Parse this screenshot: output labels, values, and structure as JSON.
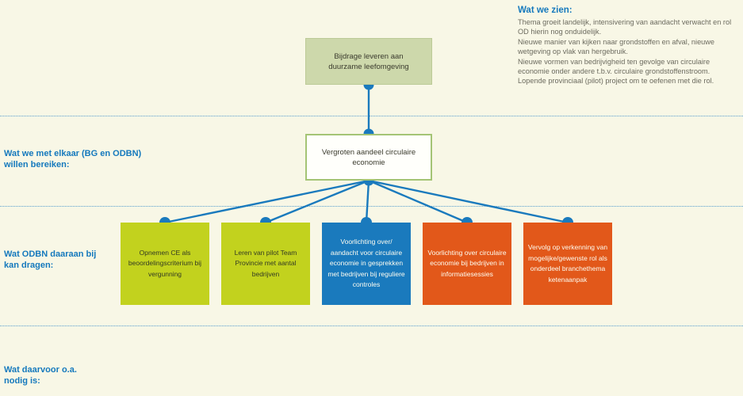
{
  "observations": {
    "title": "Wat we zien:",
    "items": [
      "Thema groeit landelijk, intensivering van aandacht verwacht en rol OD hierin nog onduidelijk.",
      "Nieuwe manier van kijken naar grondstoffen en afval, nieuwe wetgeving op vlak van hergebruik.",
      "Nieuwe vormen van bedrijvigheid ten gevolge van circulaire economie onder andere t.b.v. circulaire grondstoffenstroom.",
      "Lopende provinciaal (pilot) project om te oefenen met die rol."
    ]
  },
  "mission_box": {
    "label": "Bijdrage leveren aan duurzame leefomgeving"
  },
  "goal_box": {
    "label": "Vergroten aandeel circulaire economie"
  },
  "row_labels": {
    "goal": {
      "line1": "Wat we met elkaar (BG en ODBN)",
      "line2": "willen bereiken:"
    },
    "contributions": {
      "line1": "Wat ODBN daaraan bij",
      "line2": "kan dragen:"
    },
    "needs": {
      "line1": "Wat daarvoor o.a.",
      "line2": "nodig is:"
    }
  },
  "contributions": [
    {
      "label": "Opnemen CE als beoordelingscriterium bij vergunning",
      "color": "#c2d21e"
    },
    {
      "label": "Leren van pilot Team Provincie met aantal bedrijven",
      "color": "#c2d21e"
    },
    {
      "label": "Voorlichting over/ aandacht voor circulaire economie in gesprekken met bedrijven bij reguliere controles",
      "color": "#1a7abd"
    },
    {
      "label": "Voorlichting over circulaire economie bij bedrijven in informatiesessies",
      "color": "#e2581a"
    },
    {
      "label": "Vervolg op verkenning van mogelijke/gewenste rol als onderdeel branchethema ketenaanpak",
      "color": "#e2581a"
    }
  ],
  "colors": {
    "background": "#f8f7e6",
    "connector_blue": "#1a7abd",
    "label_blue": "#1579bd",
    "yellow_green": "#c2d21e",
    "orange": "#e2581a",
    "mission_fill": "#cdd8ab",
    "goal_border": "#a4c475",
    "body_text": "#6c6b5f",
    "dotted_line": "#569dce"
  }
}
